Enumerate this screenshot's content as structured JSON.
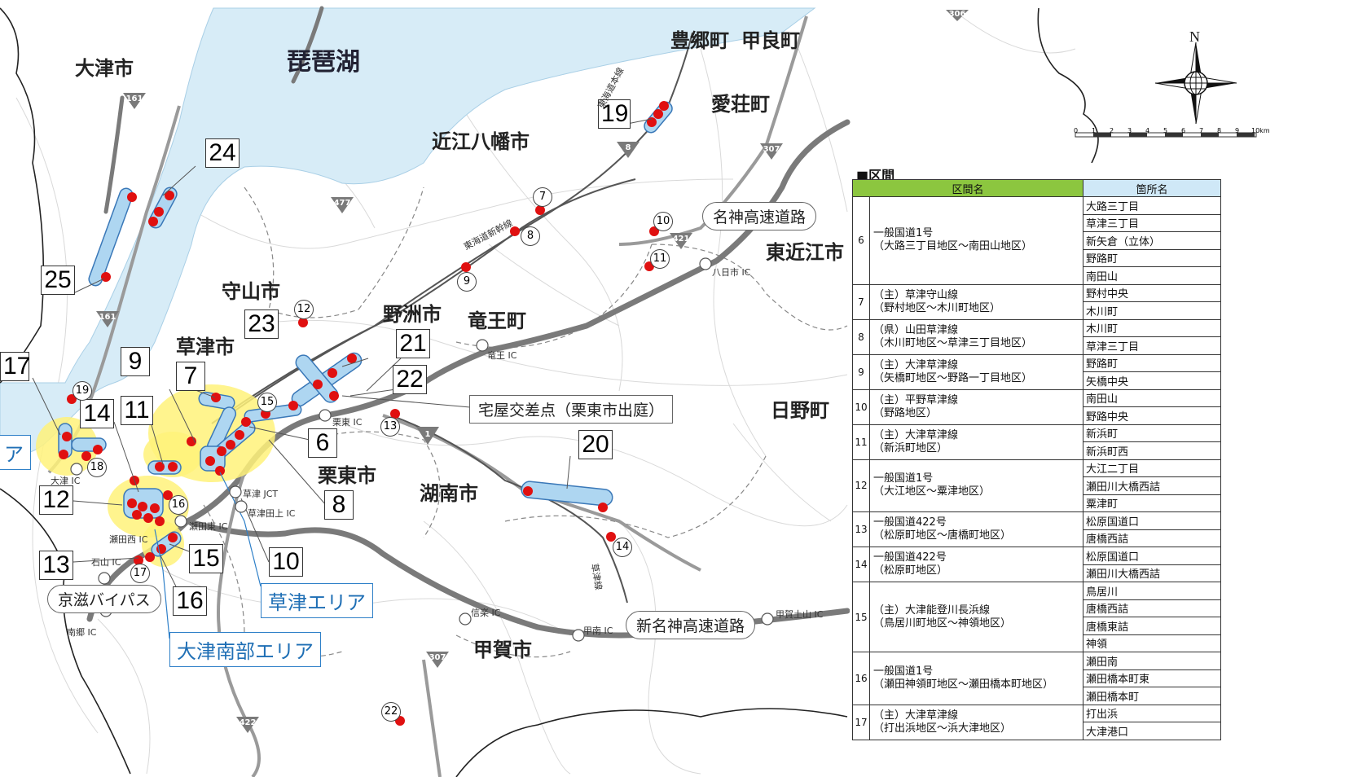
{
  "map": {
    "lake_name": "琵琶湖",
    "cities": [
      {
        "name": "大津市"
      },
      {
        "name": "豊郷町"
      },
      {
        "name": "甲良町"
      },
      {
        "name": "愛荘町"
      },
      {
        "name": "近江八幡市"
      },
      {
        "name": "東近江市"
      },
      {
        "name": "守山市"
      },
      {
        "name": "野洲市"
      },
      {
        "name": "竜王町"
      },
      {
        "name": "草津市"
      },
      {
        "name": "栗東市"
      },
      {
        "name": "日野町"
      },
      {
        "name": "湖南市"
      },
      {
        "name": "甲賀市"
      }
    ],
    "section_labels": [
      "24",
      "25",
      "19",
      "17",
      "14",
      "11",
      "9",
      "7",
      "23",
      "21",
      "22",
      "12",
      "13",
      "15",
      "16",
      "10",
      "8",
      "6",
      "20"
    ],
    "point_numbers": [
      "7",
      "8",
      "9",
      "10",
      "11",
      "12",
      "13",
      "14",
      "15",
      "16",
      "17",
      "18",
      "19",
      "22"
    ],
    "area_labels": [
      "草津エリア",
      "大津南部エリア",
      "ア"
    ],
    "road_pills": [
      "名神高速道路",
      "京滋バイパス",
      "新名神高速道路"
    ],
    "intersection_callout": "宅屋交差点（栗東市出庭）",
    "interchanges": [
      "八日市 IC",
      "竜王 IC",
      "栗東 IC",
      "草津 JCT",
      "草津田上 IC",
      "瀬田東 IC",
      "瀬田西 IC",
      "石山 IC",
      "大津 IC",
      "南郷 IC",
      "信楽 IC",
      "甲南 IC",
      "甲賀土山 IC"
    ],
    "route_shields": [
      "306",
      "161",
      "161",
      "477",
      "307",
      "8",
      "421",
      "1",
      "307",
      "422"
    ],
    "rail_lines": [
      "東海道本線",
      "東海道新幹線",
      "草津線"
    ],
    "compass_north": "N",
    "scale_ticks": [
      "0",
      "1",
      "2",
      "3",
      "4",
      "5",
      "6",
      "7",
      "8",
      "9",
      "10km"
    ]
  },
  "table": {
    "title": "■区間",
    "headers": {
      "section": "区間名",
      "spot": "箇所名"
    },
    "rows": [
      {
        "no": "6",
        "name": [
          "一般国道1号",
          "（大路三丁目地区～南田山地区）"
        ],
        "spots": [
          "大路三丁目",
          "草津三丁目",
          "新矢倉（立体）",
          "野路町",
          "南田山"
        ]
      },
      {
        "no": "7",
        "name": [
          "（主）草津守山線",
          "（野村地区～木川町地区）"
        ],
        "spots": [
          "野村中央",
          "木川町"
        ]
      },
      {
        "no": "8",
        "name": [
          "（県）山田草津線",
          "（木川町地区～草津三丁目地区）"
        ],
        "spots": [
          "木川町",
          "草津三丁目"
        ]
      },
      {
        "no": "9",
        "name": [
          "（主）大津草津線",
          "（矢橋町地区～野路一丁目地区）"
        ],
        "spots": [
          "野路町",
          "矢橋中央"
        ]
      },
      {
        "no": "10",
        "name": [
          "（主）平野草津線",
          "（野路地区）"
        ],
        "spots": [
          "南田山",
          "野路中央"
        ]
      },
      {
        "no": "11",
        "name": [
          "（主）大津草津線",
          "（新浜町地区）"
        ],
        "spots": [
          "新浜町",
          "新浜町西"
        ]
      },
      {
        "no": "12",
        "name": [
          "一般国道1号",
          "（大江地区～粟津地区）"
        ],
        "spots": [
          "大江二丁目",
          "瀬田川大橋西詰",
          "粟津町"
        ]
      },
      {
        "no": "13",
        "name": [
          "一般国道422号",
          "（松原町地区～唐橋町地区）"
        ],
        "spots": [
          "松原国道口",
          "唐橋西詰"
        ]
      },
      {
        "no": "14",
        "name": [
          "一般国道422号",
          "（松原町地区）"
        ],
        "spots": [
          "松原国道口",
          "瀬田川大橋西詰"
        ]
      },
      {
        "no": "15",
        "name": [
          "（主）大津能登川長浜線",
          "（鳥居川町地区～神領地区）"
        ],
        "spots": [
          "鳥居川",
          "唐橋西詰",
          "唐橋東詰",
          "神領"
        ]
      },
      {
        "no": "16",
        "name": [
          "一般国道1号",
          "（瀬田神領町地区～瀬田橋本町地区）"
        ],
        "spots": [
          "瀬田南",
          "瀬田橋本町東",
          "瀬田橋本町"
        ]
      },
      {
        "no": "17",
        "name": [
          "（主）大津草津線",
          "（打出浜地区～浜大津地区）"
        ],
        "spots": [
          "打出浜",
          "大津港口"
        ]
      }
    ]
  },
  "colors": {
    "lake": "#d7ecf7",
    "section": "#aed6f1",
    "section_border": "#3a78b8",
    "area": "#fff27a",
    "point": "#e01010",
    "expressway": "#7a7a7a",
    "header_green": "#8cc63f",
    "header_blue": "#cfe8f7"
  }
}
